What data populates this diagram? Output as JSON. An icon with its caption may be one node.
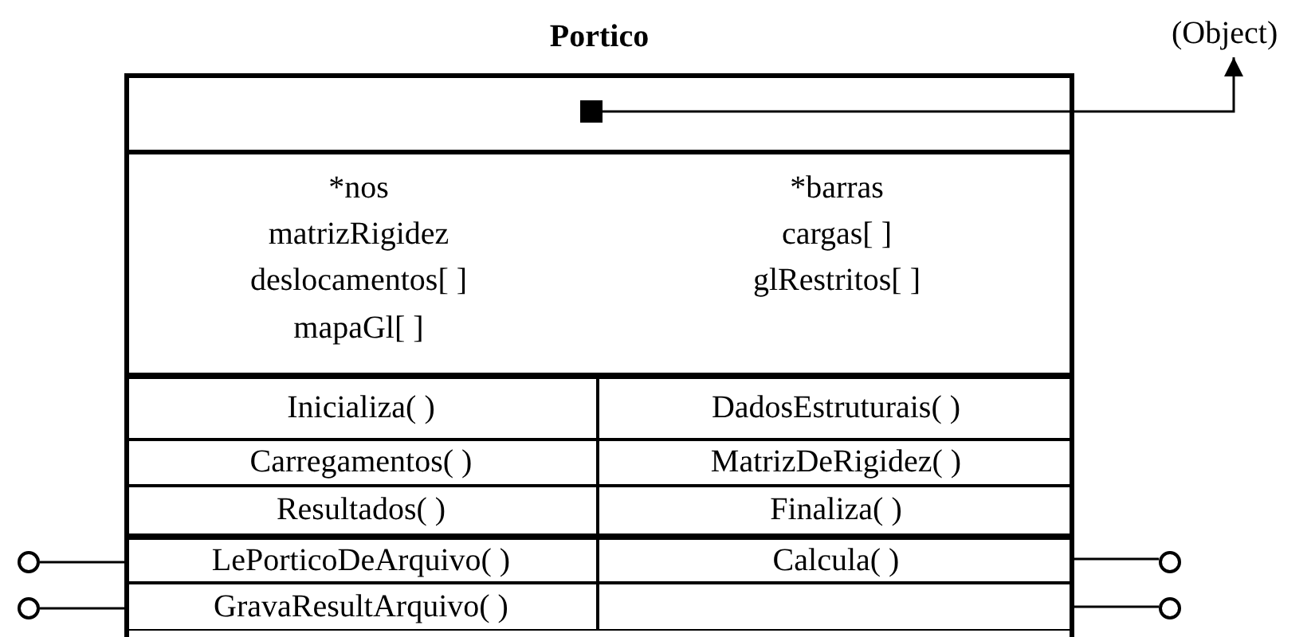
{
  "diagram": {
    "nodes": [
      {
        "text": [
          "Portico"
        ]
      },
      {
        "text": [],
        "shape": "box",
        "in": 0
      },
      {
        "text": [
          "(Object)"
        ]
      },
      {
        "text": [
          "*nos",
          "*barras",
          "matrizRigidez",
          "cargas[ ]",
          "deslocamentos[ ]",
          "glRestritos[ ]",
          "mapaGl[ ]"
        ],
        "in": 0
      },
      {
        "text": [
          "Inicializa( )"
        ],
        "in": 0
      },
      {
        "text": [
          "DadosEstruturais( )"
        ],
        "in": 0
      },
      {
        "text": [
          "Carregamentos( )"
        ],
        "in": 0
      },
      {
        "text": [
          "MatrizDeRigidez( )"
        ],
        "in": 0
      },
      {
        "text": [
          "Resultados( )"
        ],
        "in": 0
      },
      {
        "text": [
          "Finaliza( )"
        ],
        "in": 0
      },
      {
        "text": [
          "LePorticoDeArquivo( )"
        ],
        "in": 0
      },
      {
        "text": [
          "Calcula( )"
        ],
        "in": 0
      },
      {
        "text": [
          "GravaResultArquivo( )"
        ],
        "in": 0
      },
      {
        "text": [],
        "shape": "box",
        "in": 0
      },
      {
        "text": [],
        "shape": "circle"
      },
      {
        "text": [],
        "shape": "circle"
      },
      {
        "text": [],
        "shape": "circle"
      },
      {
        "text": [],
        "shape": "circle"
      }
    ],
    "edges": [
      {
        "from": 1,
        "to": 2,
        "arrow": "to"
      },
      {
        "from": 14,
        "to": 10,
        "arrow": "none"
      },
      {
        "from": 15,
        "to": 12,
        "arrow": "none"
      },
      {
        "from": 11,
        "to": 16,
        "arrow": "none"
      },
      {
        "from": 13,
        "to": 17,
        "arrow": "none"
      }
    ]
  }
}
